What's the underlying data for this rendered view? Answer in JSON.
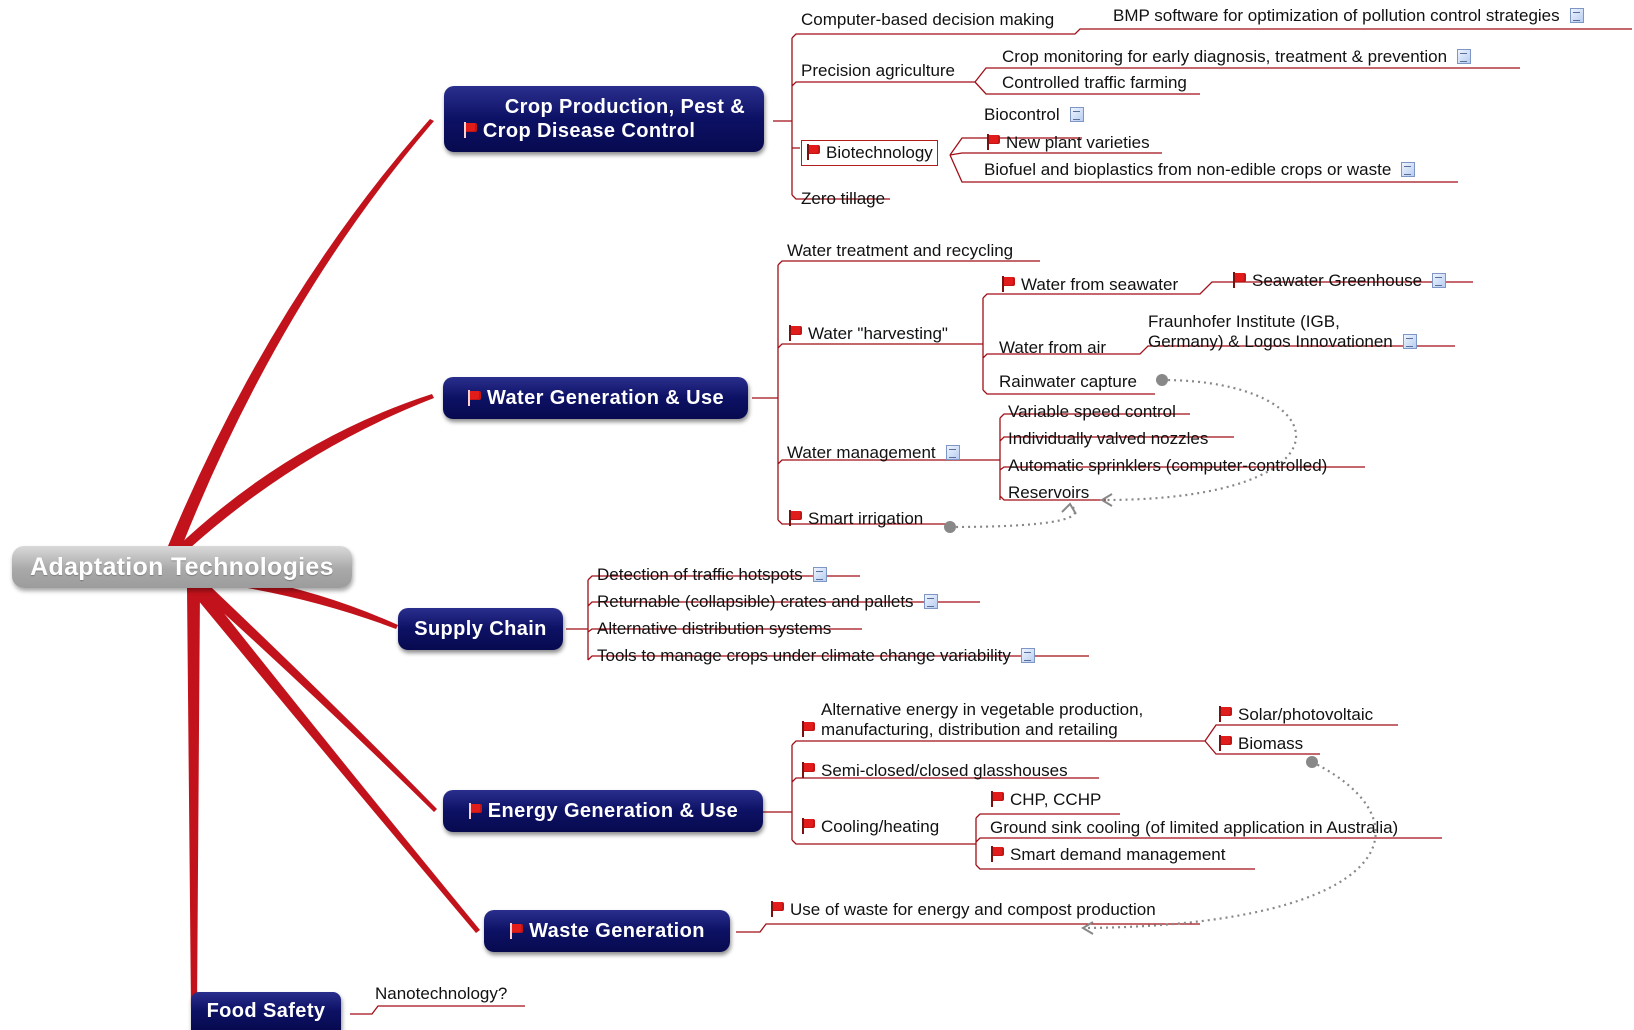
{
  "root": {
    "label": "Adaptation Technologies"
  },
  "topics": {
    "crop": {
      "line1": "Crop Production, Pest  &",
      "line2": "Crop Disease Control"
    },
    "water": {
      "label": "Water Generation & Use"
    },
    "supply": {
      "label": "Supply Chain"
    },
    "energy": {
      "label": "Energy Generation & Use"
    },
    "waste": {
      "label": "Waste Generation"
    },
    "food": {
      "label": "Food Safety"
    }
  },
  "nodes": {
    "computer_decision": "Computer-based decision making",
    "bmp_software": "BMP software for optimization of pollution control strategies",
    "precision_ag": "Precision agriculture",
    "crop_monitoring": "Crop monitoring for early diagnosis, treatment & prevention",
    "controlled_traffic": "Controlled traffic farming",
    "biotechnology": "Biotechnology",
    "biocontrol": "Biocontrol",
    "new_plant": "New plant varieties",
    "biofuel": "Biofuel and bioplastics from non-edible crops or waste",
    "zero_tillage": "Zero tillage",
    "water_treatment": "Water treatment and recycling",
    "water_harvesting": "Water \"harvesting\"",
    "water_seawater": "Water from seawater",
    "seawater_greenhouse": "Seawater Greenhouse",
    "water_air": "Water from air",
    "fraunhofer_line1": "Fraunhofer Institute (IGB,",
    "fraunhofer_line2": "Germany)  & Logos Innovationen",
    "rainwater": "Rainwater capture",
    "water_mgmt": "Water management",
    "variable_speed": "Variable speed control",
    "nozzles": "Individually valved nozzles",
    "sprinklers": "Automatic sprinklers (computer-controlled)",
    "reservoirs": "Reservoirs",
    "smart_irrigation": "Smart irrigation",
    "traffic_hotspots": "Detection of traffic hotspots",
    "crates": "Returnable (collapsible) crates and pallets",
    "alt_distribution": "Alternative distribution systems",
    "tools_climate": "Tools to manage crops under climate change variability",
    "alt_energy_line1": "Alternative energy in vegetable production,",
    "alt_energy_line2": "manufacturing, distribution and retailing",
    "solar": "Solar/photovoltaic",
    "biomass": "Biomass",
    "glasshouses": "Semi-closed/closed glasshouses",
    "cooling": "Cooling/heating",
    "chp": "CHP, CCHP",
    "ground_sink": "Ground sink cooling (of limited application in Australia)",
    "smart_demand": "Smart demand management",
    "waste_energy": "Use of waste for energy and compost production",
    "nanotech": "Nanotechnology?"
  },
  "colors": {
    "topic_fill": "#0d1164",
    "branch": "#c2121b",
    "connector": "#a00f17",
    "dotted": "#888888"
  }
}
